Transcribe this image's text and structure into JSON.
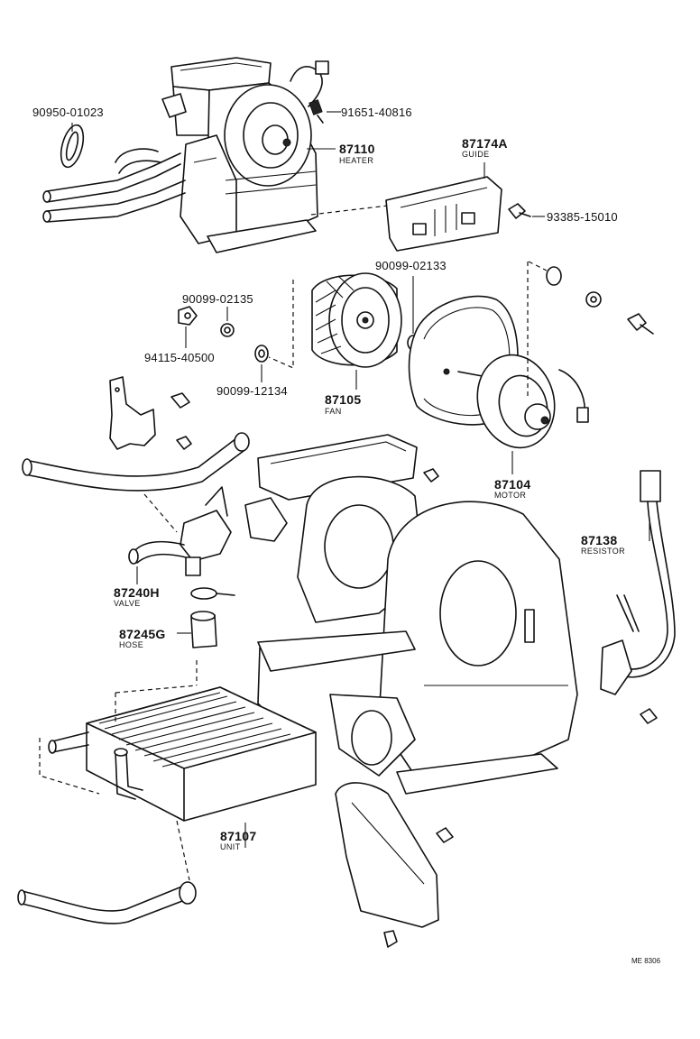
{
  "labels": {
    "p90950": "90950-01023",
    "p91651": "91651-40816",
    "p87110": "87110",
    "heater": "HEATER",
    "p87174a": "87174A",
    "guide": "GUIDE",
    "p93385": "93385-15010",
    "p90099_02133": "90099-02133",
    "p90099_02135": "90099-02135",
    "p94115": "94115-40500",
    "p90099_12134": "90099-12134",
    "p87105": "87105",
    "fan": "FAN",
    "p87104": "87104",
    "motor": "MOTOR",
    "p87138": "87138",
    "resistor": "RESISTOR",
    "p87240h": "87240H",
    "valve": "VALVE",
    "p87245g": "87245G",
    "hose": "HOSE",
    "p87107": "87107",
    "unit": "UNIT",
    "code": "ME 8306"
  }
}
